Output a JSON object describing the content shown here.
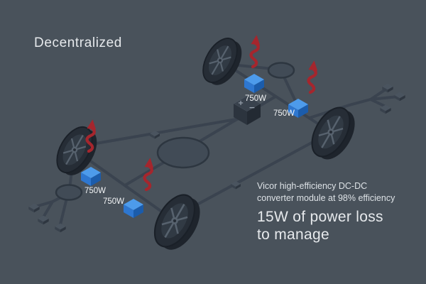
{
  "title": "Decentralized",
  "diagram": {
    "modules": [
      {
        "label": "750W"
      },
      {
        "label": "750W"
      },
      {
        "label": "750W"
      },
      {
        "label": "750W"
      }
    ],
    "battery": {
      "plus_label": "+",
      "minus_label": "−"
    }
  },
  "annotation": {
    "caption_line1": "Vicor high-efficiency DC-DC",
    "caption_line2": "converter module at 98% efficiency",
    "headline_line1": "15W of power loss",
    "headline_line2": "to manage"
  },
  "colors": {
    "background": "#49525b",
    "chassis_line": "#3a434f",
    "wheel_dark": "#262d36",
    "module_blue_top": "#4d9beb",
    "module_blue_left": "#2e77d0",
    "module_blue_right": "#1b5cab",
    "heat_red": "#a5262d",
    "text_primary": "#e6e9ec"
  }
}
